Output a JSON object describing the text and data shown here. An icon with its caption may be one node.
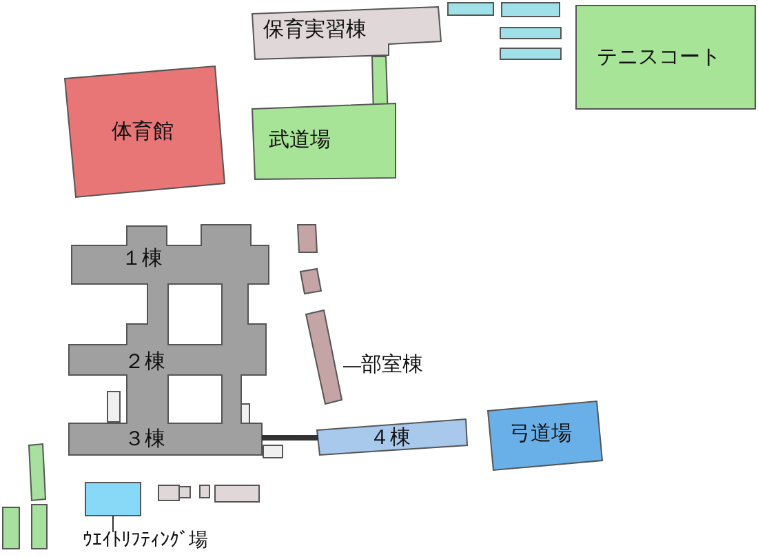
{
  "diagram": {
    "nodes": [
      {
        "text": [
          "保育実習棟"
        ]
      },
      {
        "text": [
          "テニスコート"
        ]
      },
      {
        "text": [
          "体育館"
        ]
      },
      {
        "text": [
          "武道場"
        ]
      },
      {
        "text": [
          "１棟",
          "２棟",
          "３棟"
        ]
      },
      {
        "text": [
          "部室棟"
        ]
      },
      {
        "text": [],
        "shape": "box"
      },
      {
        "text": [
          "４棟"
        ]
      },
      {
        "text": [
          "弓道場"
        ]
      },
      {
        "text": [
          "ｳｴｲﾄﾘﾌﾃｨﾝｸﾞ場"
        ]
      },
      {
        "text": [],
        "shape": "box"
      }
    ],
    "edges": [
      {
        "from": 4,
        "to": 7,
        "arrow": "none",
        "style": "thick"
      },
      {
        "from": 5,
        "to": 6,
        "arrow": "none"
      },
      {
        "from": 9,
        "to": 10,
        "arrow": "none"
      }
    ]
  }
}
